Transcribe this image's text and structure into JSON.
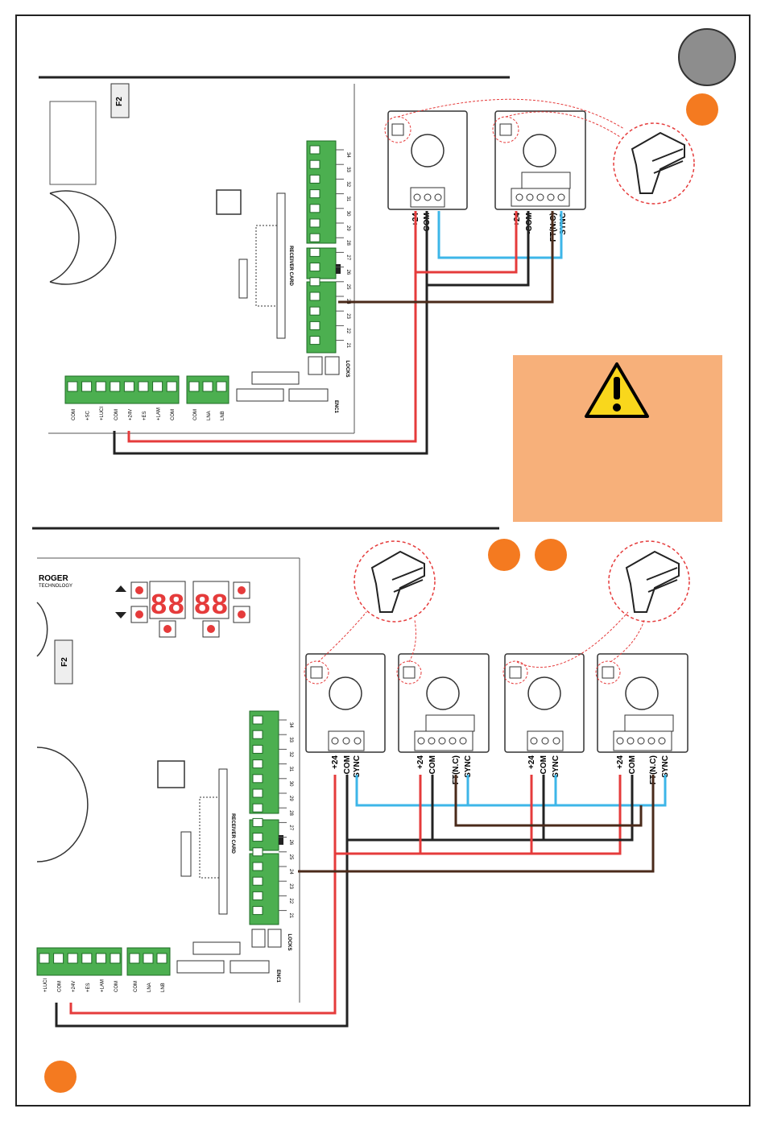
{
  "top": {
    "fuse_label": "F2",
    "receiver_card_label": "RECEIVER CARD",
    "locks_label": "LOCKS",
    "enc1_label": "ENC1",
    "terminal_numbers": [
      "34",
      "33",
      "32",
      "31",
      "30",
      "29",
      "28",
      "27",
      "26",
      "25",
      "24",
      "23",
      "22",
      "21"
    ],
    "bottom_terminals_left": [
      "COM",
      "+SC",
      "+LUCI",
      "COM",
      "+24V",
      "+ES",
      "+LAM",
      "COM"
    ],
    "bottom_terminals_right": [
      "COM",
      "LNA",
      "LNB"
    ],
    "tx_labels": [
      "+24",
      "-COM"
    ],
    "rx_labels": [
      "+24",
      "-COM",
      "FT(N.C)",
      "SYNC"
    ]
  },
  "bottom": {
    "brand": "ROGER",
    "brand_sub": "TECHNOLOGY",
    "fuse_label": "F2",
    "display_digits": [
      "88",
      "88"
    ],
    "receiver_card_label": "RECEIVER CARD",
    "locks_label": "LOCKS",
    "enc1_label": "ENC1",
    "terminal_numbers": [
      "34",
      "33",
      "32",
      "31",
      "30",
      "29",
      "28",
      "27",
      "26",
      "25",
      "24",
      "23",
      "22",
      "21"
    ],
    "bottom_terminals_left": [
      "+LUCI",
      "COM",
      "+24V",
      "+ES",
      "+LAM",
      "COM"
    ],
    "bottom_terminals_right": [
      "COM",
      "LNA",
      "LNB"
    ],
    "tx_labels": [
      "+24",
      "-COM",
      "SYNC"
    ],
    "rx_labels": [
      "+24",
      "-COM",
      "FT(N.C)",
      "SYNC"
    ],
    "rx2_labels": [
      "+24",
      "COM",
      "FT(N.C)",
      "SYNC"
    ]
  },
  "colors": {
    "accent_orange": "#f47a20",
    "warning_panel": "#f7b07a",
    "badge_gray": "#8d8d8d",
    "wire_red": "#e53b3b",
    "wire_blue": "#3db6e8",
    "wire_black": "#222222",
    "wire_brown": "#4a2a1a",
    "terminal_green": "#4caf50"
  },
  "icons": [
    "warning-icon",
    "jumper-connector-icon"
  ]
}
